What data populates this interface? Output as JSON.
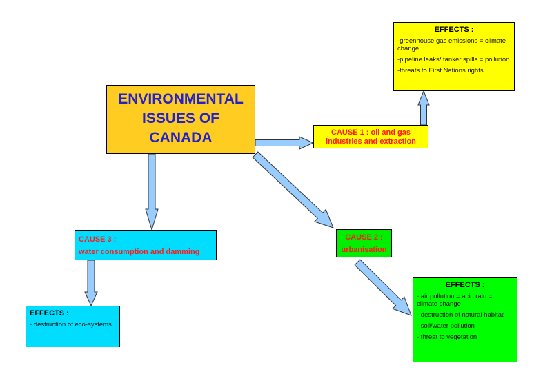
{
  "title": {
    "lines": [
      "ENVIRONMENTAL",
      "ISSUES OF",
      "CANADA"
    ]
  },
  "cause1": {
    "label": "CAUSE 1 : oil and gas industries and extraction"
  },
  "cause2": {
    "heading": "CAUSE 2 :",
    "label": "urbanisation"
  },
  "cause3": {
    "heading": "CAUSE 3 :",
    "label": "water consumption and damming"
  },
  "effects1": {
    "heading": "EFFECTS :",
    "items": [
      "-greenhouse gas emissions = climate change",
      "-pipeline leaks/ tanker spills = pollution",
      "-threats to First Nations rights"
    ]
  },
  "effects2": {
    "heading": "EFFECTS :",
    "items": [
      "- air pollution = acid rain = climate change",
      "- destruction of natural habitat",
      "- soil/water pollution",
      "- threat to vegetation"
    ]
  },
  "effects3": {
    "heading": "EFFECTS :",
    "items": [
      "- destruction of eco-systems"
    ]
  },
  "colors": {
    "arrow_fill": "#99ccff",
    "title_bg": "#ffcc22",
    "title_text": "#2222cc",
    "cause_text": "#ff1a1a"
  }
}
